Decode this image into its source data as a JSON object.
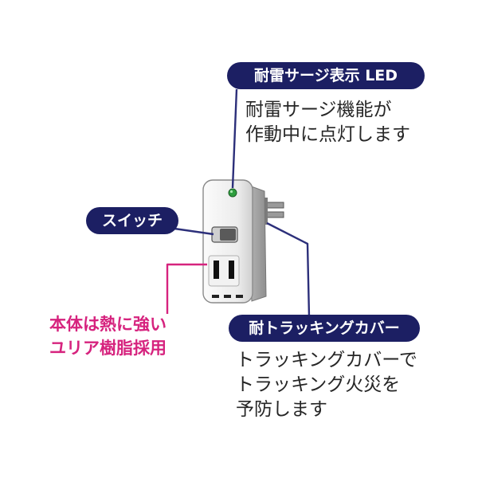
{
  "colors": {
    "label_bg": "#1c1f63",
    "label_text": "#ffffff",
    "leader_line": "#2c2f7a",
    "material_accent": "#d6237e",
    "body_text": "#262626",
    "device_body": "#ececec",
    "device_outline": "#8a8a8a",
    "led_green": "#2e9e3e"
  },
  "labels": {
    "led": {
      "title": "耐雷サージ表示 LED",
      "description": [
        "耐雷サージ機能が",
        "作動中に点灯します"
      ]
    },
    "switch": {
      "title": "スイッチ"
    },
    "cover": {
      "title": "耐トラッキングカバー",
      "description": [
        "トラッキングカバーで",
        "トラッキング火災を",
        "予防します"
      ]
    },
    "material": {
      "text": [
        "本体は熱に強い",
        "ユリア樹脂採用"
      ]
    }
  },
  "icons": {
    "device": "power-tap-adapter",
    "plug": "plug-prongs",
    "led": "indicator-led",
    "switch": "toggle-switch",
    "outlet": "outlet-socket"
  }
}
